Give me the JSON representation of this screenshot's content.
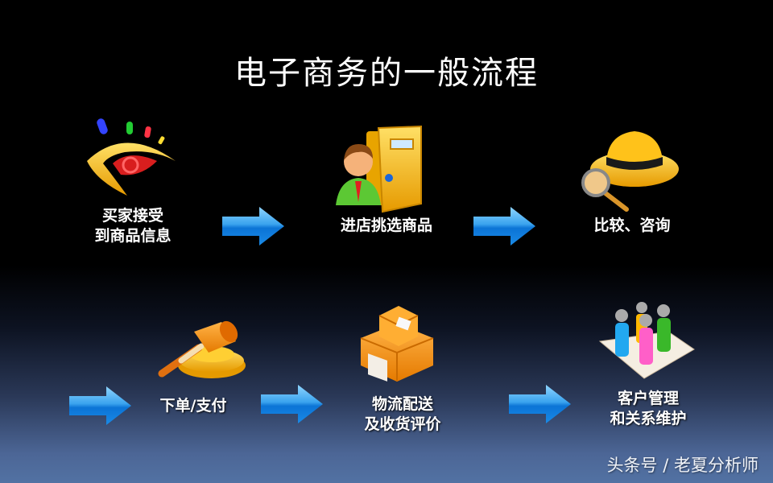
{
  "title": "电子商务的一般流程",
  "steps": [
    {
      "icon": "eye-icon",
      "line1": "买家接受",
      "line2": "到商品信息"
    },
    {
      "icon": "door-person-icon",
      "line1": "进店挑选商品",
      "line2": ""
    },
    {
      "icon": "hat-magnifier-icon",
      "line1": "比较、咨询",
      "line2": ""
    },
    {
      "icon": "gavel-icon",
      "line1": "下单/支付",
      "line2": ""
    },
    {
      "icon": "package-boxes-icon",
      "line1": "物流配送",
      "line2": "及收货评价"
    },
    {
      "icon": "people-group-icon",
      "line1": "客户管理",
      "line2": "和关系维护"
    }
  ],
  "arrows": [
    "arrow-right-icon",
    "arrow-right-icon",
    "arrow-right-icon",
    "arrow-right-icon",
    "arrow-right-icon"
  ],
  "colors": {
    "arrow_light": "#6cc4ff",
    "arrow_dark": "#0a6fd0",
    "background_bottom": "#5272a3"
  },
  "watermark": "头条号 / 老夏分析师"
}
